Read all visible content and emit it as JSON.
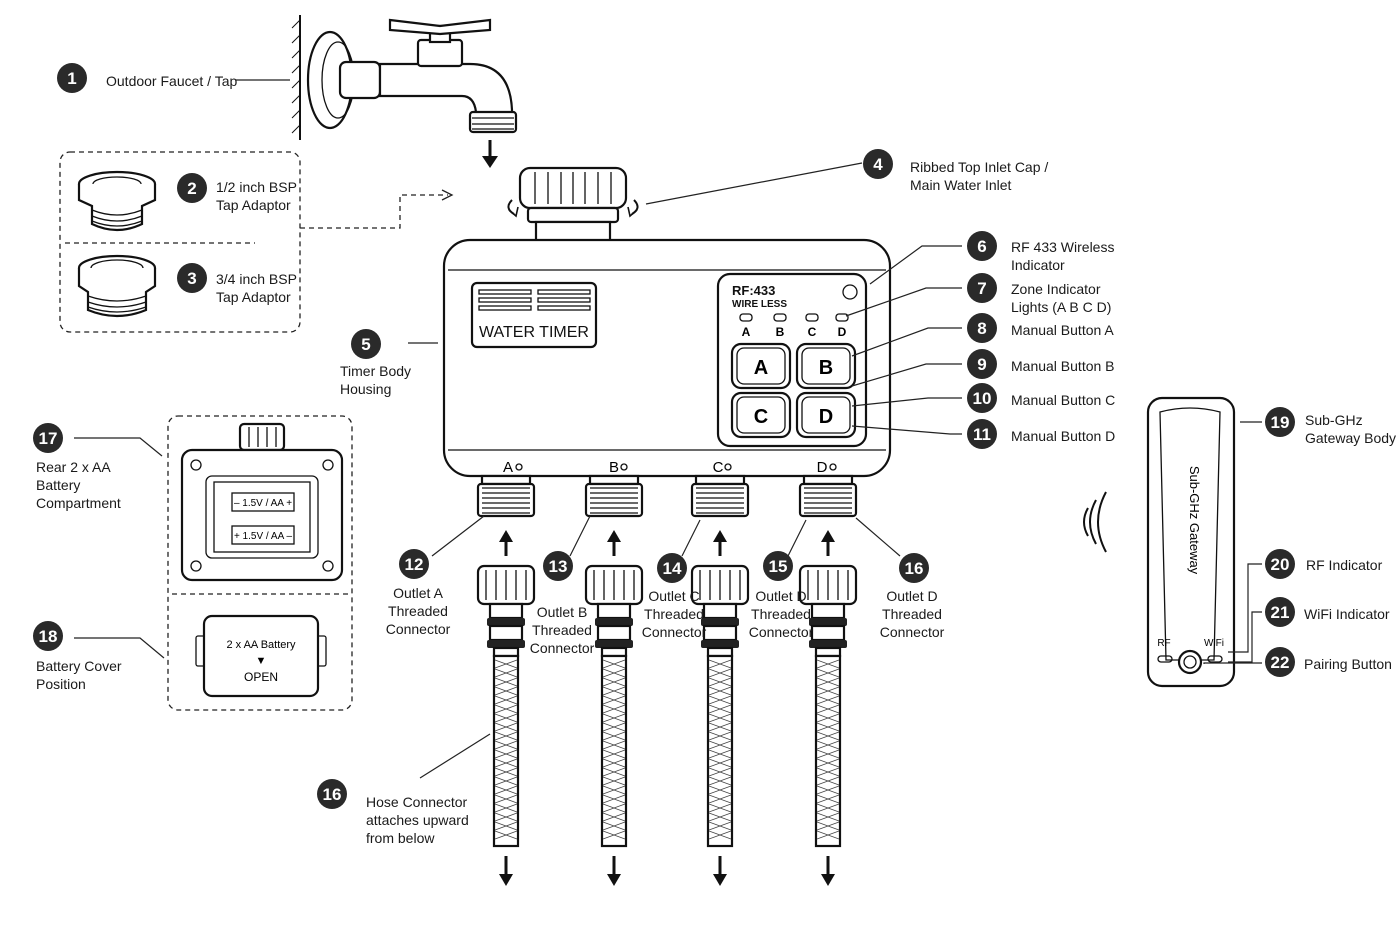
{
  "callouts": [
    {
      "n": "1",
      "label": [
        "Outdoor Faucet / Tap"
      ]
    },
    {
      "n": "2",
      "label": [
        "1/2 inch BSP",
        "Tap Adaptor"
      ]
    },
    {
      "n": "3",
      "label": [
        "3/4 inch BSP",
        "Tap Adaptor"
      ]
    },
    {
      "n": "4",
      "label": [
        "Ribbed Top Inlet Cap /",
        "Main Water Inlet"
      ]
    },
    {
      "n": "5",
      "label": [
        "Timer Body",
        "Housing"
      ]
    },
    {
      "n": "6",
      "label": [
        "RF 433 Wireless",
        "Indicator"
      ]
    },
    {
      "n": "7",
      "label": [
        "Zone Indicator",
        "Lights (A B C D)"
      ]
    },
    {
      "n": "8",
      "label": [
        "Manual Button A"
      ]
    },
    {
      "n": "9",
      "label": [
        "Manual Button B"
      ]
    },
    {
      "n": "10",
      "label": [
        "Manual Button C"
      ]
    },
    {
      "n": "11",
      "label": [
        "Manual Button D"
      ]
    },
    {
      "n": "12",
      "label": [
        "Outlet A",
        "Threaded",
        "Connector"
      ]
    },
    {
      "n": "13",
      "label": [
        "Outlet B",
        "Threaded",
        "Connector"
      ]
    },
    {
      "n": "14",
      "label": [
        "Outlet C",
        "Threaded",
        "Connector"
      ]
    },
    {
      "n": "15",
      "label": [
        "Outlet D",
        "Threaded",
        "Connector"
      ]
    },
    {
      "n": "16",
      "label": [
        "Outlet D",
        "Threaded",
        "Connector"
      ]
    },
    {
      "n": "16",
      "label": [
        "Hose Connector",
        "attaches upward",
        "from below"
      ]
    },
    {
      "n": "17",
      "label": [
        "Rear 2 x AA",
        "Battery",
        "Compartment"
      ]
    },
    {
      "n": "18",
      "label": [
        "Battery Cover",
        "Position"
      ]
    },
    {
      "n": "19",
      "label": [
        "Sub-GHz",
        "Gateway Body"
      ]
    },
    {
      "n": "20",
      "label": [
        "RF Indicator"
      ]
    },
    {
      "n": "21",
      "label": [
        "WiFi Indicator"
      ]
    },
    {
      "n": "22",
      "label": [
        "Pairing Button"
      ]
    }
  ],
  "device": {
    "rf_text": "RF:433",
    "wireless_text": "WIRE LESS",
    "title": "WATER TIMER",
    "zone_letters": [
      "A",
      "B",
      "C",
      "D"
    ],
    "buttons": [
      "A",
      "B",
      "C",
      "D"
    ],
    "outlet_labels": [
      "A",
      "B",
      "C",
      "D"
    ]
  },
  "battery": {
    "cell1": "– 1.5V / AA +",
    "cell2": "+ 1.5V / AA –",
    "cover_text": "2 x AA Battery",
    "open_arrow": "▼",
    "open_text": "OPEN"
  },
  "gateway": {
    "title": "Sub-GHz Gateway",
    "rf_label": "RF",
    "wifi_label": "WiFi"
  }
}
